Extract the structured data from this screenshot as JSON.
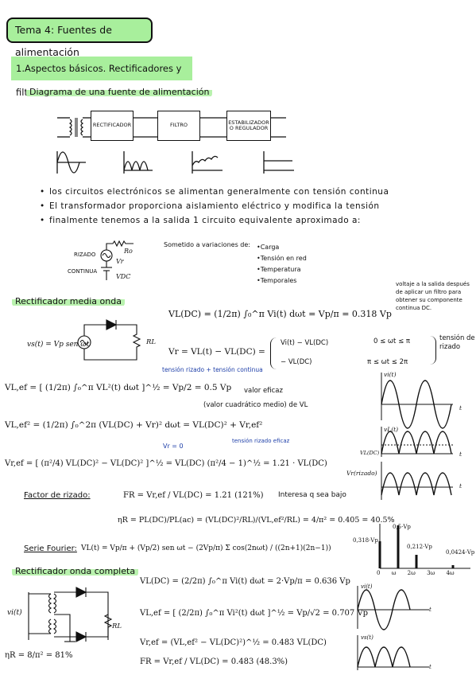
{
  "header": {
    "title": "Tema 4: Fuentes de alimentación",
    "section1": "1.Aspectos básicos. Rectificadores y filtros",
    "subtitle": "Diagrama de una fuente de alimentación"
  },
  "diagram": {
    "block1": "RECTIFICADOR",
    "block2": "FILTRO",
    "block3": "ESTABILIZADOR O REGULADOR"
  },
  "notes": {
    "items": [
      "los circuitos electrónicos se alimentan generalmente con tensión continua",
      "El transformador proporciona aislamiento eléctrico y modifica la tensión",
      "finalmente tenemos a la salida 1 circuito equivalente aproximado a:"
    ]
  },
  "equiv": {
    "rizado": "RIZADO",
    "continua": "CONTINUA",
    "ro": "Ro",
    "vr": "Vr",
    "vdc": "VDC",
    "sometido": "Sometido a variaciones de:",
    "variaciones": [
      "•Carga",
      "•Tensión en red",
      "•Temperatura",
      "•Temporales"
    ]
  },
  "half_wave": {
    "title": "Rectificador media onda",
    "source_eq": "vs(t) = Vp sen ωt",
    "rl": "RL",
    "vl_dc": "VL(DC) = (1/2π) ∫₀^π Vi(t) dωt = Vp/π = 0.318 Vp",
    "side_note": "voltaje a la salida después de aplicar un filtro para obtener su componente continua DC.",
    "vr_eq": "Vr = VL(t) − VL(DC) =",
    "case1": "Vi(t) − VL(DC)",
    "case2": "− VL(DC)",
    "range1": "0 ≤ ωt ≤ π",
    "range2": "π ≤ ωt ≤ 2π",
    "tension_rizado": "tensión de rizado",
    "blue_note1": "tensión rizado + tensión continua",
    "vl_ef_eq": "VL,ef = [ (1/2π) ∫₀^π VL²(t) dωt ]^½ = Vp/2 = 0.5 Vp",
    "valor_eficaz": "valor eficaz",
    "valor_cuad": "(valor cuadrático medio) de VL",
    "vl_ef2_eq": "VL,ef² = (1/2π) ∫₀^2π (VL(DC) + Vr)² dωt = VL(DC)² + Vr,ef²",
    "vr_zero": "Vr = 0",
    "blue_note2": "tensión rizado eficaz",
    "vr_ef_eq": "Vr,ef = [ (π²/4) VL(DC)² − VL(DC)² ]^½ = VL(DC) (π²/4 − 1)^½ = 1.21 · VL(DC)",
    "factor_label": "Factor de rizado:",
    "factor_eq": "FR = Vr,ef / VL(DC) = 1.21 (121%)",
    "interesa": "Interesa q sea bajo",
    "eta_eq": "ηR = PL(DC)/PL(ac) = (VL(DC)²/RL)/(VL,ef²/RL) = 4/π² = 0.405 = 40.5%",
    "serie_label": "Serie Fourier:",
    "serie_eq": "VL(t) = Vp/π + (Vp/2) sen ωt − (2Vp/π) Σ cos(2nωt) / ((2n+1)(2n−1))"
  },
  "full_wave": {
    "title": "Rectificador onda completa",
    "vi_label": "vi(t)",
    "rl": "RL",
    "vl_dc": "VL(DC) = (2/2π) ∫₀^π Vi(t) dωt = 2·Vp/π = 0.636 Vp",
    "vl_ef": "VL,ef = [ (2/2π) ∫₀^π Vi²(t) dωt ]^½ = Vp/√2 = 0.707 Vp",
    "vr_ef": "Vr,ef = (VL,ef² − VL(DC)²)^½ = 0.483 VL(DC)",
    "fr": "FR = Vr,ef / VL(DC) = 0.483 (48.3%)",
    "eta": "ηR = 8/π² = 81%"
  },
  "plots": {
    "vi": "vi(t)",
    "vl": "vL(t)",
    "vl_dc": "VL(DC)",
    "vr": "Vr(rizado)",
    "t": "t",
    "spec_top": "0,5·Vp",
    "spec_left": "0,318·Vp",
    "spec_mid": "0,212·Vp",
    "spec_right": "0,0424·Vp",
    "spec_ticks": [
      "0",
      "ω",
      "2ω",
      "3ω",
      "4ω"
    ],
    "vs": "vs(t)"
  }
}
